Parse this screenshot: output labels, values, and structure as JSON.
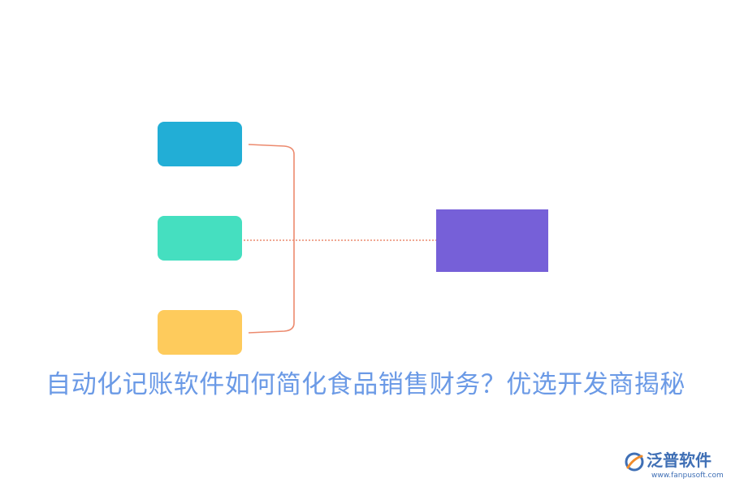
{
  "diagram": {
    "left_nodes": [
      {
        "label": "",
        "color": "#22aed6"
      },
      {
        "label": "",
        "color": "#45dfc0"
      },
      {
        "label": "",
        "color": "#fecb5c"
      }
    ],
    "target_node": {
      "label": "",
      "color": "#7660d8"
    },
    "bracket_color": "#ec8a6e",
    "dotted_line_color": "#ec8a6e"
  },
  "headline": {
    "text": "自动化记账软件如何简化食品销售财务？优选开发商揭秘",
    "color": "#6b9ae6"
  },
  "watermark": {
    "name": "泛普软件",
    "url": "www.fanpusoft.com",
    "name_color": "#3f6fb5",
    "mark_colors": [
      "#f08b2b",
      "#3f6fb5"
    ]
  }
}
